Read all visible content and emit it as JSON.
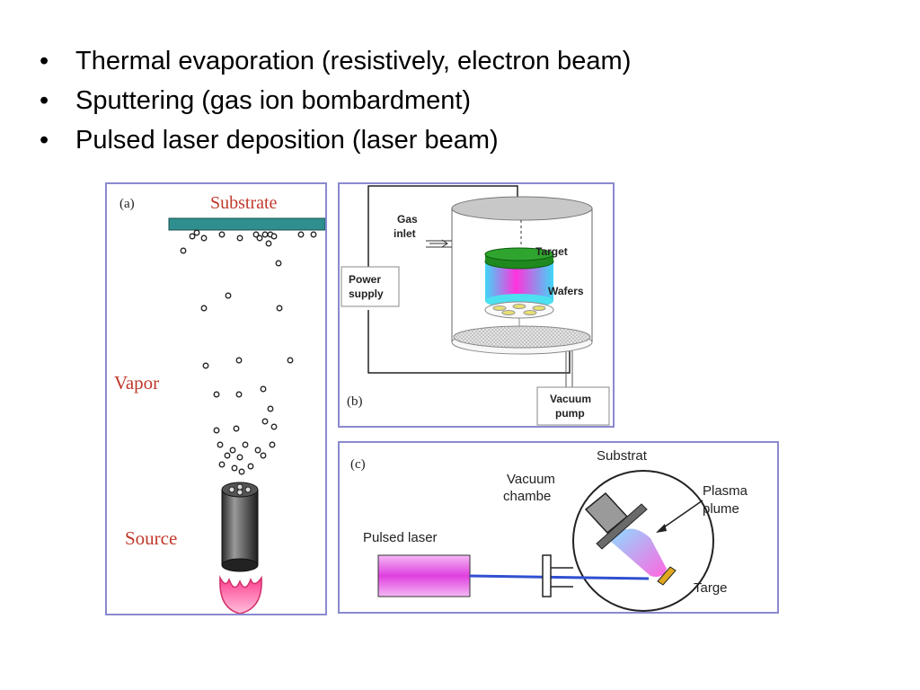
{
  "bullets": [
    "Thermal evaporation (resistively, electron beam)",
    "Sputtering (gas ion bombardment)",
    "Pulsed laser deposition (laser beam)"
  ],
  "panel_a": {
    "tag": "(a)",
    "substrate_label": "Substrate",
    "vapor_label": "Vapor",
    "source_label": "Source",
    "label_color": "#c0392b"
  },
  "panel_b": {
    "tag": "(b)",
    "gas_inlet_line1": "Gas",
    "gas_inlet_line2": "inlet",
    "target_label": "Target",
    "wafers_label": "Wafers",
    "power_line1": "Power",
    "power_line2": "supply",
    "vacuum_line1": "Vacuum",
    "vacuum_line2": "pump"
  },
  "panel_c": {
    "tag": "(c)",
    "substrat_label": "Substrat",
    "chamber_line1": "Vacuum",
    "chamber_line2": "chambe",
    "plasma_line1": "Plasma",
    "plasma_line2": "plume",
    "laser_label": "Pulsed laser",
    "target_label": "Targe"
  }
}
